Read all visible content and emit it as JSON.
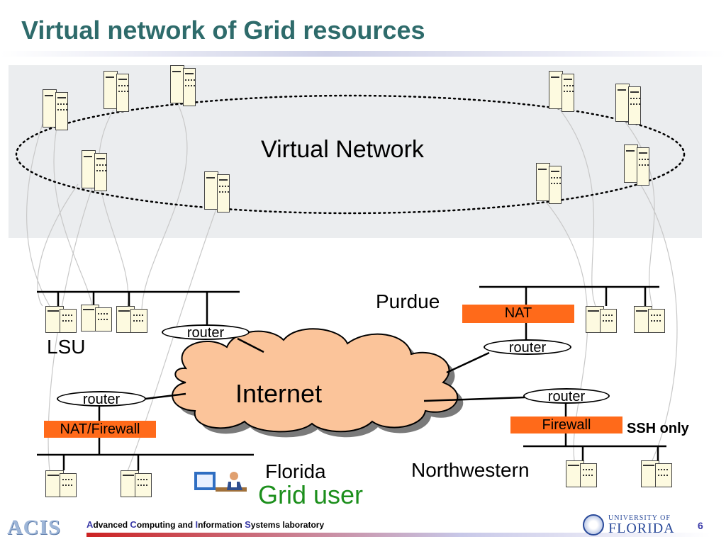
{
  "slide": {
    "title": "Virtual network of Grid resources",
    "page_number": "6"
  },
  "diagram": {
    "virtual_network_label": "Virtual Network",
    "internet_label": "Internet",
    "sites": {
      "lsu": "LSU",
      "purdue": "Purdue",
      "florida": "Florida",
      "northwestern": "Northwestern"
    },
    "routers": {
      "lsu": "router",
      "purdue": "router",
      "florida": "router",
      "northwestern": "router"
    },
    "gateways": {
      "purdue": "NAT",
      "florida": "NAT/Firewall",
      "northwestern": "Firewall"
    },
    "ssh_note": "SSH only",
    "grid_user_label": "Grid user",
    "colors": {
      "title": "#2e6b6b",
      "gateway": "#ff6a1a",
      "cloud": "#fbc49a",
      "grid_user": "#1c8f1c",
      "panel": "#ebedef"
    }
  },
  "footer": {
    "logo_text": "ACIS",
    "lab_a": "A",
    "lab_a_rest": "dvanced ",
    "lab_c": "C",
    "lab_c_rest": "omputing and ",
    "lab_i": "I",
    "lab_i_rest": "nformation ",
    "lab_s": "S",
    "lab_s_rest": "ystems laboratory",
    "university_top": "UNIVERSITY OF",
    "university_name": "FLORIDA"
  }
}
